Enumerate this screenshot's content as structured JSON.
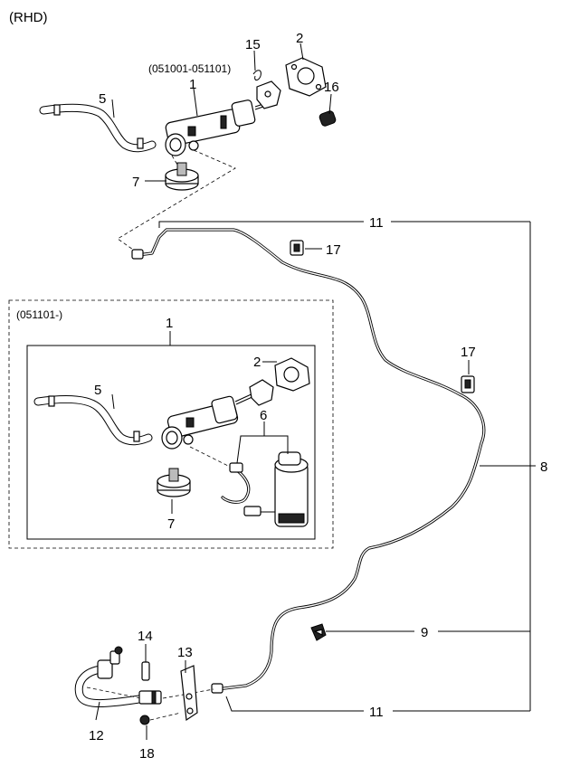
{
  "variant": "(RHD)",
  "date_upper": "(051001-051101)",
  "date_box": "(051101-)",
  "callouts": {
    "p1": "1",
    "p2": "2",
    "p5": "5",
    "p7": "7",
    "p15": "15",
    "p16": "16",
    "p11_top": "11",
    "p17_a": "17",
    "p17_b": "17",
    "p8": "8",
    "p9": "9",
    "p11_bottom": "11",
    "p12": "12",
    "p13": "13",
    "p14": "14",
    "p18": "18",
    "box_1": "1",
    "box_2": "2",
    "box_5": "5",
    "box_6": "6",
    "box_7": "7"
  }
}
